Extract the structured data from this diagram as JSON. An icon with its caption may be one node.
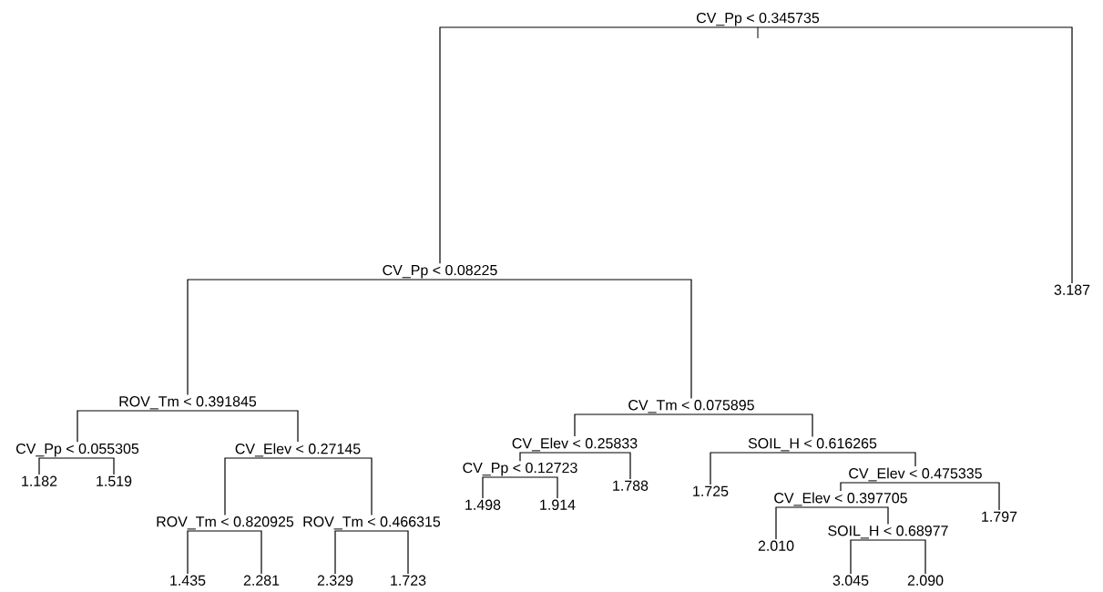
{
  "diagram": {
    "nodes": [
      {
        "text": [
          "CV_Pp < 0.345735"
        ]
      },
      {
        "text": [
          "CV_Pp < 0.08225"
        ]
      },
      {
        "text": [
          "ROV_Tm < 0.391845"
        ]
      },
      {
        "text": [
          "CV_Pp < 0.055305"
        ]
      },
      {
        "text": [
          "1.182"
        ]
      },
      {
        "text": [
          "1.519"
        ]
      },
      {
        "text": [
          "CV_Elev < 0.27145"
        ]
      },
      {
        "text": [
          "ROV_Tm < 0.820925"
        ]
      },
      {
        "text": [
          "1.435"
        ]
      },
      {
        "text": [
          "2.281"
        ]
      },
      {
        "text": [
          "ROV_Tm < 0.466315"
        ]
      },
      {
        "text": [
          "2.329"
        ]
      },
      {
        "text": [
          "1.723"
        ]
      },
      {
        "text": [
          "CV_Tm < 0.075895"
        ]
      },
      {
        "text": [
          "CV_Elev < 0.25833"
        ]
      },
      {
        "text": [
          "CV_Pp < 0.12723"
        ]
      },
      {
        "text": [
          "1.498"
        ]
      },
      {
        "text": [
          "1.914"
        ]
      },
      {
        "text": [
          "1.788"
        ]
      },
      {
        "text": [
          "SOIL_H < 0.616265"
        ]
      },
      {
        "text": [
          "1.725"
        ]
      },
      {
        "text": [
          "CV_Elev < 0.475335"
        ]
      },
      {
        "text": [
          "CV_Elev < 0.397705"
        ]
      },
      {
        "text": [
          "2.010"
        ]
      },
      {
        "text": [
          "SOIL_H < 0.68977"
        ]
      },
      {
        "text": [
          "3.045"
        ]
      },
      {
        "text": [
          "2.090"
        ]
      },
      {
        "text": [
          "1.797"
        ]
      },
      {
        "text": [
          "3.187"
        ]
      }
    ],
    "edges": [
      {
        "from": 0,
        "to": 1,
        "arrow": "none"
      },
      {
        "from": 0,
        "to": 28,
        "arrow": "none"
      },
      {
        "from": 1,
        "to": 2,
        "arrow": "none"
      },
      {
        "from": 1,
        "to": 13,
        "arrow": "none"
      },
      {
        "from": 2,
        "to": 3,
        "arrow": "none"
      },
      {
        "from": 2,
        "to": 6,
        "arrow": "none"
      },
      {
        "from": 3,
        "to": 4,
        "arrow": "none"
      },
      {
        "from": 3,
        "to": 5,
        "arrow": "none"
      },
      {
        "from": 6,
        "to": 7,
        "arrow": "none"
      },
      {
        "from": 6,
        "to": 10,
        "arrow": "none"
      },
      {
        "from": 7,
        "to": 8,
        "arrow": "none"
      },
      {
        "from": 7,
        "to": 9,
        "arrow": "none"
      },
      {
        "from": 10,
        "to": 11,
        "arrow": "none"
      },
      {
        "from": 10,
        "to": 12,
        "arrow": "none"
      },
      {
        "from": 13,
        "to": 14,
        "arrow": "none"
      },
      {
        "from": 13,
        "to": 19,
        "arrow": "none"
      },
      {
        "from": 14,
        "to": 15,
        "arrow": "none"
      },
      {
        "from": 14,
        "to": 18,
        "arrow": "none"
      },
      {
        "from": 15,
        "to": 16,
        "arrow": "none"
      },
      {
        "from": 15,
        "to": 17,
        "arrow": "none"
      },
      {
        "from": 19,
        "to": 20,
        "arrow": "none"
      },
      {
        "from": 19,
        "to": 21,
        "arrow": "none"
      },
      {
        "from": 21,
        "to": 22,
        "arrow": "none"
      },
      {
        "from": 21,
        "to": 27,
        "arrow": "none"
      },
      {
        "from": 22,
        "to": 23,
        "arrow": "none"
      },
      {
        "from": 22,
        "to": 24,
        "arrow": "none"
      },
      {
        "from": 24,
        "to": 25,
        "arrow": "none"
      },
      {
        "from": 24,
        "to": 26,
        "arrow": "none"
      }
    ]
  }
}
